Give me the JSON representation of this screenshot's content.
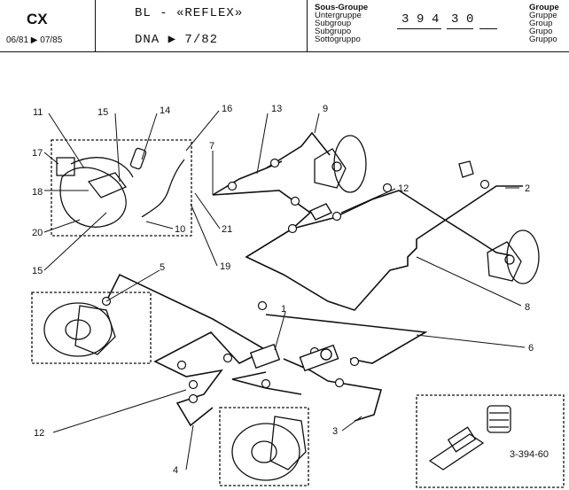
{
  "header": {
    "model": "CX",
    "model_dates": "06/81 ▶ 07/85",
    "title": "BL - «REFLEX»",
    "dna": "DNA ▶ 7/82",
    "sous_groupe_labels": [
      "Sous-Groupe",
      "Untergruppe",
      "Subgroup",
      "Subgrupo",
      "Sottogruppo"
    ],
    "groupe_labels": [
      "Groupe",
      "Gruppe",
      "Group",
      "Grupo",
      "Gruppo"
    ],
    "code_digits": [
      "3",
      "9",
      "4",
      "3",
      "0"
    ]
  },
  "callouts": {
    "c1": "1",
    "c2": "2",
    "c3": "3",
    "c4": "4",
    "c5": "5",
    "c6": "6",
    "c7": "7",
    "c8": "8",
    "c9": "9",
    "c10": "10",
    "c11": "11",
    "c12a": "12",
    "c12b": "12",
    "c13": "13",
    "c14": "14",
    "c15a": "15",
    "c15b": "15",
    "c16": "16",
    "c17": "17",
    "c18": "18",
    "c19": "19",
    "c20": "20",
    "c21": "21"
  },
  "inset_label": "3-394-60"
}
